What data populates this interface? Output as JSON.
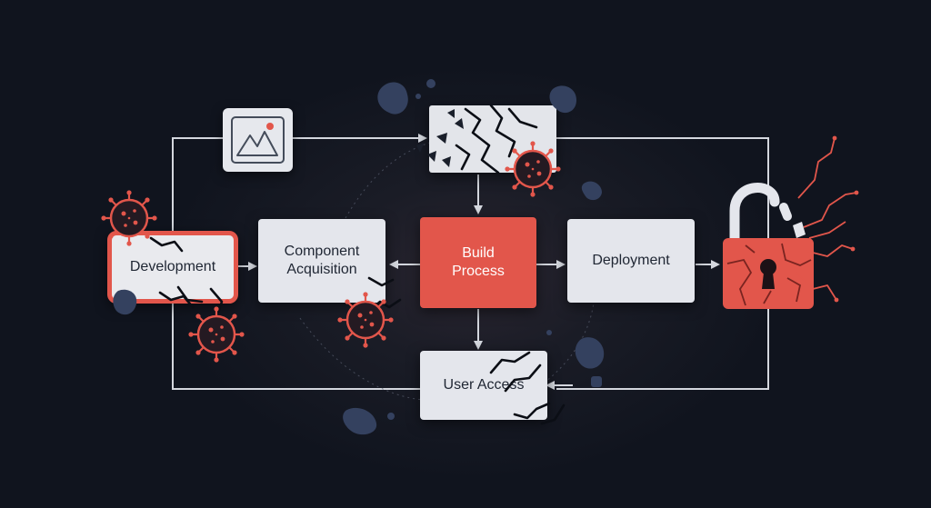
{
  "diagram": {
    "nodes": {
      "development": "Development",
      "component_acquisition": "Component Acquisition",
      "build_process": "Build Process",
      "deployment": "Deployment",
      "user_access": "User Access"
    },
    "colors": {
      "background": "#0f1420",
      "node_fill": "#e4e6ec",
      "accent_red": "#e2564b",
      "connector": "#d4d7de",
      "debris": "#34415f"
    },
    "icons": [
      "image-icon",
      "virus-icon",
      "broken-padlock-icon",
      "crack-icon",
      "debris-icon",
      "lightning-icon"
    ]
  }
}
